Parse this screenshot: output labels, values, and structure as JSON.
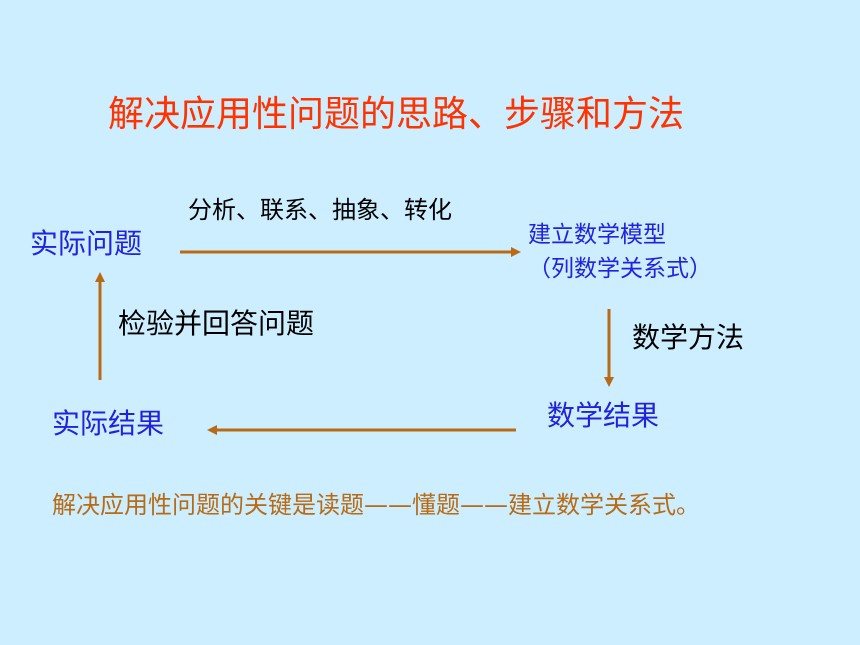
{
  "title": "解决应用性问题的思路、步骤和方法",
  "nodes": {
    "actual_problem": "实际问题",
    "build_model": "建立数学模型",
    "build_model_sub": "（列数学关系式）",
    "math_result": "数学结果",
    "actual_result": "实际结果"
  },
  "edges": {
    "analyze": "分析、联系、抽象、转化",
    "math_method": "数学方法",
    "verify": "检验并回答问题"
  },
  "note": "解决应用性问题的关键是读题——懂题——建立数学关系式。",
  "colors": {
    "background": "#cceeff",
    "title": "#ff3300",
    "node": "#2222dd",
    "label": "#000000",
    "note": "#b86a14",
    "arrow": "#b86a14"
  }
}
